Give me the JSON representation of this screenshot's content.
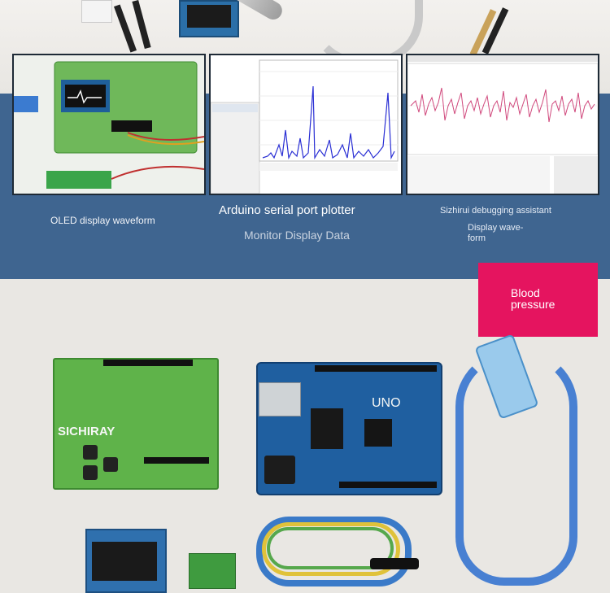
{
  "labels": {
    "oled": "OLED display waveform",
    "arduino_plotter": "Arduino serial port plotter",
    "monitor": "Monitor Display Data",
    "sizhirui": "Sizhirui debugging assistant",
    "display_wave": "Display wave-form",
    "badge": "Blood pressure"
  },
  "board": {
    "brand": "SICHIRAY",
    "uno": "UNO"
  },
  "colors": {
    "band": "#3f6590",
    "badge": "#e5145f",
    "plot_blue": "#2a2fd4",
    "plot_pink": "#d0487c"
  }
}
